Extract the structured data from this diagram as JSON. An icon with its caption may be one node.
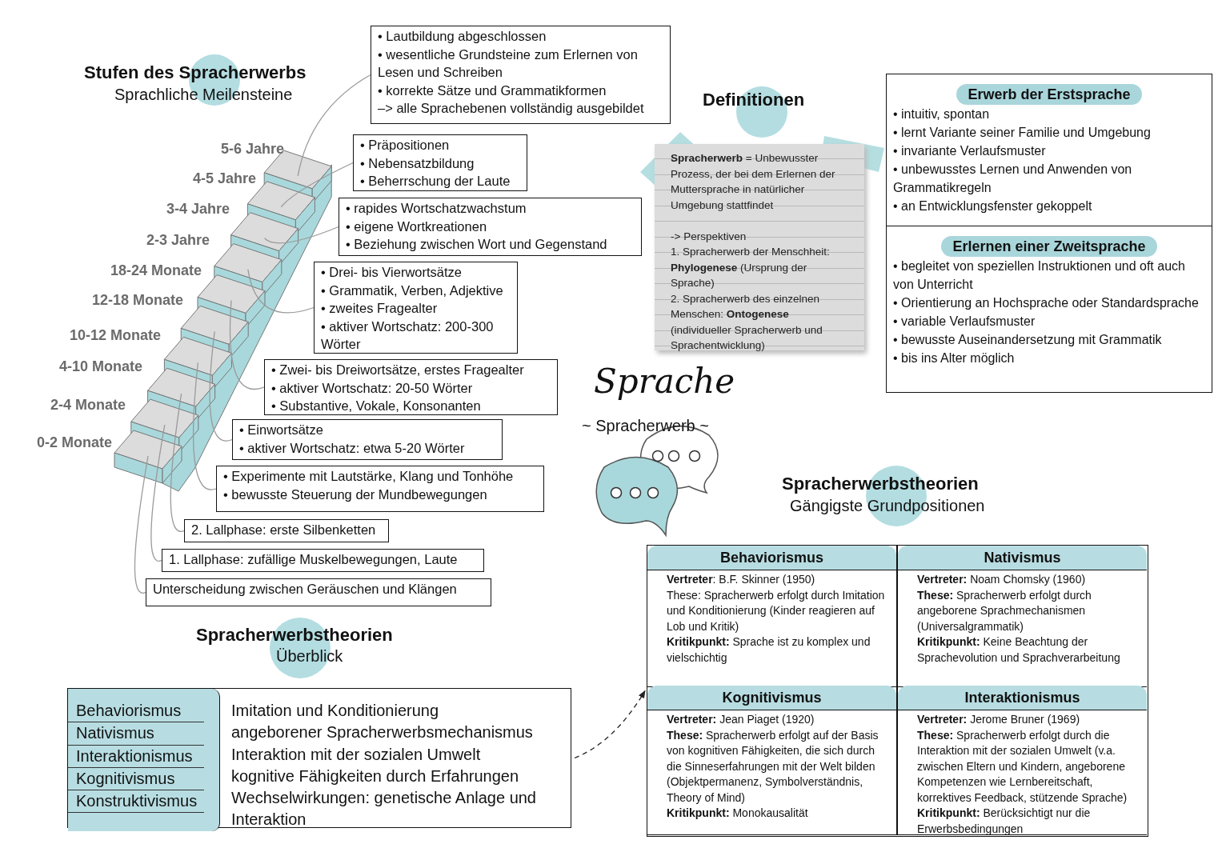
{
  "diagram": {
    "nodes": [
      {
        "text": [
          "• Lautbildung abgeschlossen",
          "• wesentliche Grundsteine zum Erlernen von Lesen und Schreiben",
          "• korrekte Sätze und Grammatikformen",
          "–> alle Sprachebenen vollständig ausgebildet"
        ]
      },
      {
        "text": [
          "• Präpositionen",
          "• Nebensatzbildung",
          "• Beherrschung der Laute"
        ]
      },
      {
        "text": [
          "• rapides Wortschatzwachstum",
          "• eigene Wortkreationen",
          "• Beziehung zwischen Wort und Gegenstand"
        ]
      },
      {
        "text": [
          "• Drei- bis Vierwortsätze",
          "• Grammatik, Verben, Adjektive",
          "• zweites Fragealter",
          "• aktiver Wortschatz: 200-300 Wörter"
        ]
      },
      {
        "text": [
          "• Zwei- bis Dreiwortsätze, erstes Fragealter",
          "• aktiver Wortschatz: 20-50 Wörter",
          "• Substantive, Vokale, Konsonanten"
        ]
      },
      {
        "text": [
          "• Einwortsätze",
          "• aktiver Wortschatz: etwa 5-20 Wörter"
        ]
      },
      {
        "text": [
          "• Experimente mit Lautstärke, Klang und Tonhöhe",
          "• bewusste Steuerung der Mundbewegungen"
        ]
      },
      {
        "text": [
          "2. Lallphase: erste Silbenketten"
        ]
      },
      {
        "text": [
          "1. Lallphase: zufällige Muskelbewegungen, Laute"
        ]
      },
      {
        "text": [
          "Unterscheidung zwischen Geräuschen und Klängen"
        ]
      },
      {
        "text": [
          "**Spracherwerb** = Unbewusster Prozess, der bei dem Erlernen der Muttersprache in natürlicher Umgebung stattfindet",
          "-> Perspektiven",
          "1. Spracherwerb der Menschheit: **Phylogenese** (Ursprung der Sprache)",
          "2. Spracherwerb des einzelnen Menschen: **Ontogenese** (individueller Spracherwerb und Sprachentwicklung)"
        ]
      },
      {
        "text": [
          "Erwerb der Erstsprache",
          "• intuitiv, spontan",
          "• lernt Variante seiner Familie und Umgebung",
          "• invariante Verlaufsmuster",
          "• unbewusstes Lernen und Anwenden von Grammatikregeln",
          "• an Entwicklungsfenster gekoppelt"
        ]
      },
      {
        "text": [
          "Erlernen einer Zweitsprache",
          "• begleitet von speziellen Instruktionen und oft auch von Unterricht",
          "• Orientierung an Hochsprache oder Standardsprache",
          "• variable Verlaufsmuster",
          "• bewusste Auseinandersetzung mit Grammatik",
          "• bis ins Alter möglich"
        ]
      },
      {
        "text": [
          "Behaviorismus",
          "Imitation und Konditionierung",
          "Nativismus",
          "angeborener Spracherwerbsmechanismus",
          "Interaktionismus",
          "Interaktion mit der sozialen Umwelt",
          "Kognitivismus",
          "kognitive Fähigkeiten durch Erfahrungen",
          "Konstruktivismus",
          "Wechselwirkungen: genetische Anlage und Interaktion"
        ]
      },
      {
        "text": [],
        "shape": "box"
      },
      {
        "text": [
          "Behaviorismus",
          "**Vertreter**: B.F. Skinner (1950)",
          "These: Spracherwerb erfolgt durch Imitation und Konditionierung (Kinder reagieren auf Lob und Kritik)",
          "**Kritikpunkt:** Sprache ist zu komplex und vielschichtig"
        ],
        "in": 14
      },
      {
        "text": [
          "Nativismus",
          "**Vertreter:** Noam Chomsky (1960)",
          "**These:** Spracherwerb erfolgt durch angeborene Sprachmechanismen (Universalgrammatik)",
          "**Kritikpunkt:** Keine Beachtung der Sprachevolution und Sprachverarbeitung"
        ],
        "in": 14
      },
      {
        "text": [
          "Kognitivismus",
          "**Vertreter:** Jean Piaget (1920)",
          "**These:** Spracherwerb erfolgt auf der Basis von kognitiven Fähigkeiten, die sich durch die Sinneserfahrungen mit der Welt bilden (Objektpermanenz, Symbolverständnis, Theory of Mind)",
          "**Kritikpunkt:** Monokausalität"
        ],
        "in": 14
      },
      {
        "text": [
          "Interaktionismus",
          "**Vertreter:** Jerome Bruner (1969)",
          "**These:** Spracherwerb erfolgt durch die Interaktion mit der sozialen Umwelt (v.a. zwischen Eltern und Kindern, angeborene Kompetenzen wie Lernbereitschaft, korrektives Feedback, stützende Sprache)",
          "**Kritikpunkt:** Berücksichtigt nur die Erwerbsbedingungen"
        ],
        "in": 14
      }
    ],
    "edges": [
      {
        "from": 0,
        "to": null,
        "arrow": "none"
      },
      {
        "from": 1,
        "to": null,
        "arrow": "none"
      },
      {
        "from": 2,
        "to": null,
        "arrow": "none"
      },
      {
        "from": 3,
        "to": null,
        "arrow": "none"
      },
      {
        "from": 4,
        "to": null,
        "arrow": "none"
      },
      {
        "from": 5,
        "to": null,
        "arrow": "none"
      },
      {
        "from": 6,
        "to": null,
        "arrow": "none"
      },
      {
        "from": 7,
        "to": null,
        "arrow": "none"
      },
      {
        "from": 8,
        "to": null,
        "arrow": "none"
      },
      {
        "from": 9,
        "to": null,
        "arrow": "none"
      },
      {
        "from": 13,
        "to": 14,
        "arrow": "to",
        "style": "dashed",
        "color": "#222222"
      }
    ],
    "labels": [
      "Stufen des Spracherwerbs",
      "Sprachliche Meilensteine",
      "5-6 Jahre",
      "4-5 Jahre",
      "3-4 Jahre",
      "2-3 Jahre",
      "18-24 Monate",
      "12-18 Monate",
      "10-12 Monate",
      "4-10 Monate",
      "2-4 Monate",
      "0-2 Monate",
      "Definitionen",
      "Sprache",
      "~ Spracherwerb ~",
      "Spracherwerbstheorien",
      "Gängigste Grundpositionen",
      "Spracherwerbstheorien",
      "Überblick"
    ]
  }
}
